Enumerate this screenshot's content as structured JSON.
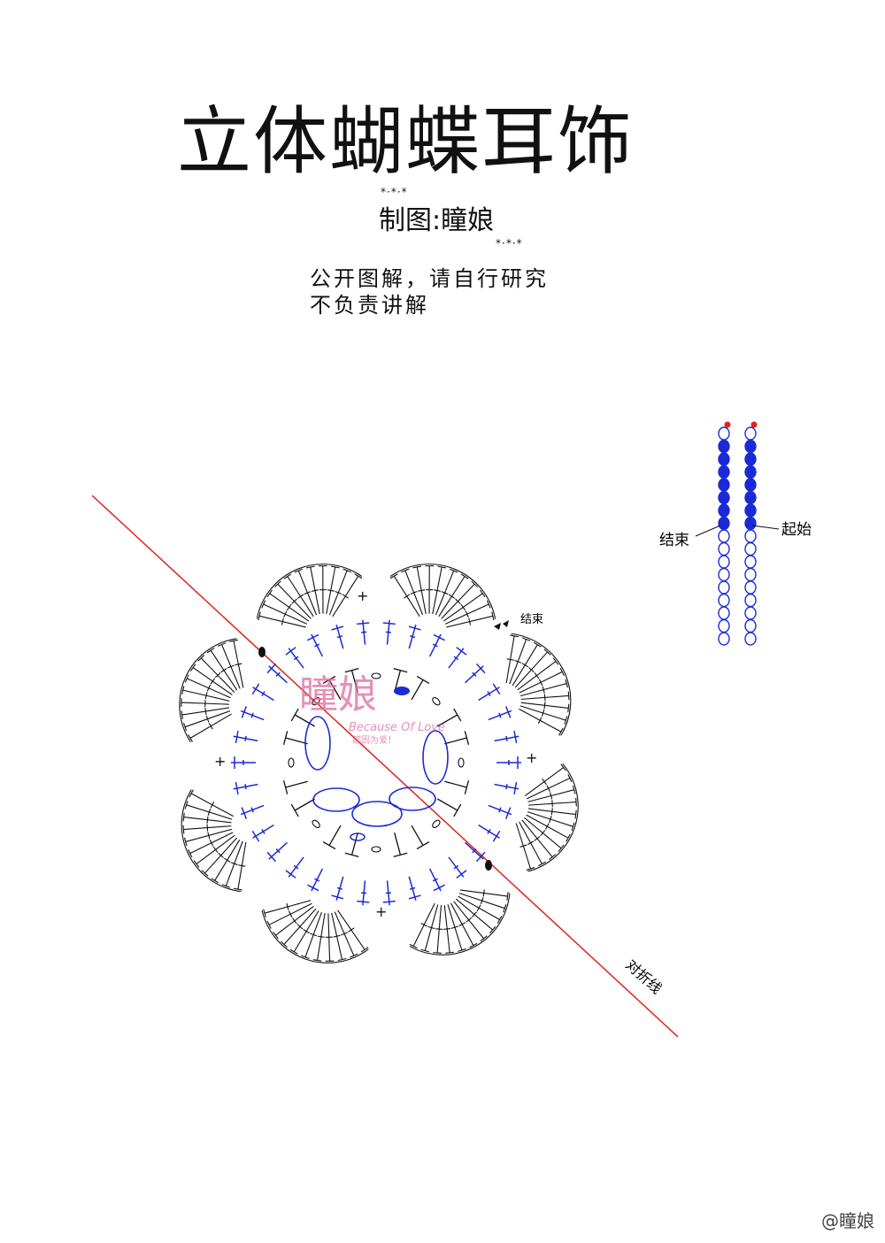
{
  "title": "立体蝴蝶耳饰",
  "credit": "制图:瞳娘",
  "decor_stars_top": "*·*·*",
  "decor_stars_bottom": "*·*·*",
  "note_line1": "公开图解，请自行研究",
  "note_line2": "不负责讲解",
  "label_end_strip": "结束",
  "label_start_strip": "起始",
  "label_end_motif": "结束",
  "label_fold_line": "对折线",
  "logo_text": "瞳娘",
  "logo_sub_en": "Because Of Love",
  "logo_sub_cn": "都因为爱！",
  "watermark": "@瞳娘",
  "colors": {
    "text": "#111111",
    "blue": "#1a2bd6",
    "red": "#e0231b",
    "logo": "#e06aa0",
    "bg": "#ffffff"
  }
}
